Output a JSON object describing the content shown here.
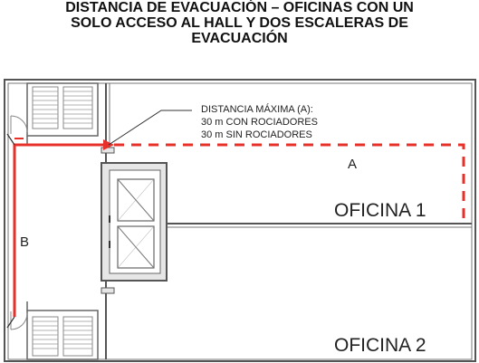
{
  "title": {
    "line1": "DISTANCIA DE EVACUACIÓN – OFICINAS CON UN",
    "line2": "SOLO ACCESO AL HALL Y DOS ESCALERAS DE",
    "line3": "EVACUACIÓN"
  },
  "callout": {
    "line1": "DISTANCIA MÁXIMA (A):",
    "line2": "30 m CON ROCIADORES",
    "line3": "30 m SIN ROCIADORES"
  },
  "labels": {
    "a": "A",
    "b": "B",
    "office1": "OFICINA 1",
    "office2": "OFICINA 2"
  },
  "colors": {
    "route": "#e8302a",
    "wall": "#555555",
    "wall_fill": "#e6e6e6",
    "text": "#222222"
  }
}
